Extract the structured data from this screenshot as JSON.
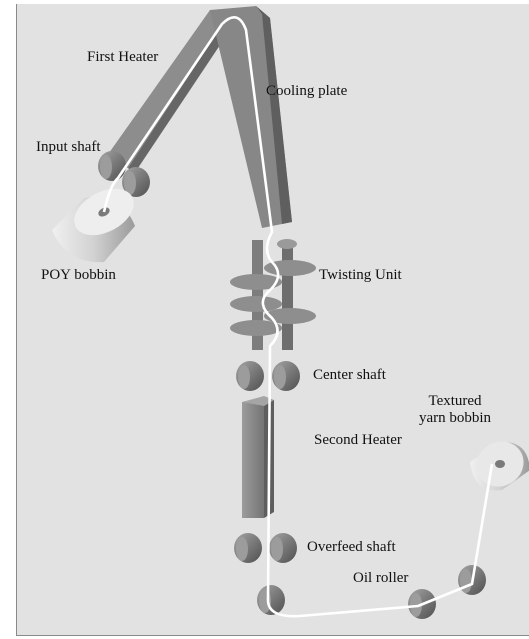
{
  "labels": {
    "first_heater": "First Heater",
    "cooling_plate": "Cooling plate",
    "input_shaft": "Input shaft",
    "poy_bobbin": "POY bobbin",
    "twisting_unit": "Twisting Unit",
    "center_shaft": "Center shaft",
    "second_heater": "Second Heater",
    "textured_yarn_bobbin_line1": "Textured",
    "textured_yarn_bobbin_line2": "yarn bobbin",
    "overfeed_shaft": "Overfeed shaft",
    "oil_roller": "Oil roller"
  },
  "colors": {
    "background": "#e2e2e2",
    "component": "#8c8c8c",
    "component_dark": "#5f5f5f",
    "component_light": "#b4b4b4",
    "yarn": "#ffffff"
  }
}
